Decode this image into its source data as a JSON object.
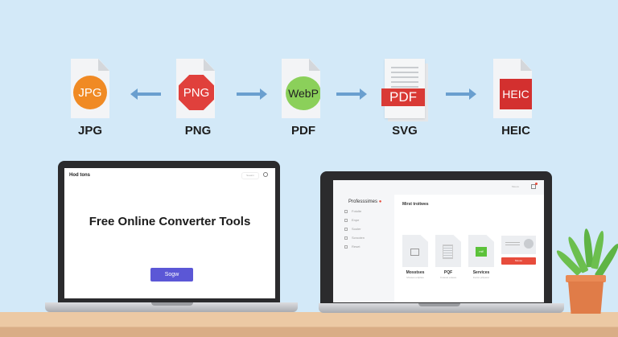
{
  "formats": [
    {
      "badge": "JPG",
      "label": "JPG",
      "color": "#f08a24"
    },
    {
      "badge": "PNG",
      "label": "PNG",
      "color": "#e0403c"
    },
    {
      "badge": "WebP",
      "label": "PDF",
      "color": "#8bd05a"
    },
    {
      "badge": "PDF",
      "label": "SVG",
      "color": "#d93a35"
    },
    {
      "badge": "HEIC",
      "label": "HEIC",
      "color": "#d3302f"
    }
  ],
  "left_laptop": {
    "brand": "Hod tons",
    "search_placeholder": "Seearn",
    "headline": "Free Online Converter Tools",
    "button": "Sogw",
    "button_color": "#5b57d6"
  },
  "right_laptop": {
    "header_text": "Meeve",
    "sidebar_title": "Professsimes",
    "sidebar_items": [
      "Fotolte",
      "Enpe",
      "Sooler",
      "Scrooten",
      "Reset"
    ],
    "section_title": "Mirst troitwes",
    "cards": [
      {
        "title": "Mosstses",
        "sub": "Mosses enlpties"
      },
      {
        "title": "PQF",
        "sub": "Coteset erases"
      },
      {
        "title": "Services",
        "sub": "Inerco pritperer",
        "badge": "mif"
      }
    ],
    "action_button": "Moose",
    "action_color": "#e74c3c"
  },
  "colors": {
    "background": "#d3e9f8",
    "desk": "#e8c6a2",
    "arrow": "#6a9fcf"
  }
}
